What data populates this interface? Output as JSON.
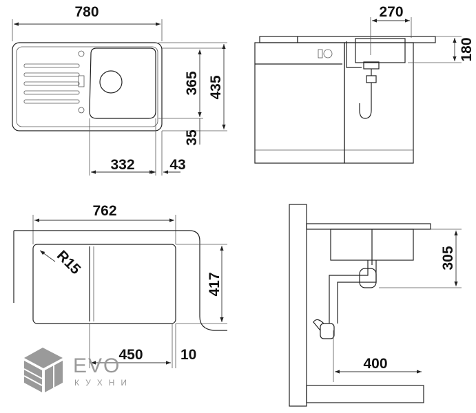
{
  "top_view": {
    "width": "780",
    "depth": "435",
    "bowl_depth": "365",
    "front_offset": "35",
    "bowl_width": "332",
    "edge_offset": "43"
  },
  "side_view": {
    "bowl_offset": "270",
    "bowl_height": "180"
  },
  "cutout_view": {
    "width": "762",
    "depth": "417",
    "radius": "R15",
    "bowl_width": "450",
    "edge_offset": "10"
  },
  "install_view": {
    "depth": "305",
    "drain_offset": "400"
  },
  "logo": {
    "brand": "EVO",
    "subtitle": "КУХНИ"
  }
}
